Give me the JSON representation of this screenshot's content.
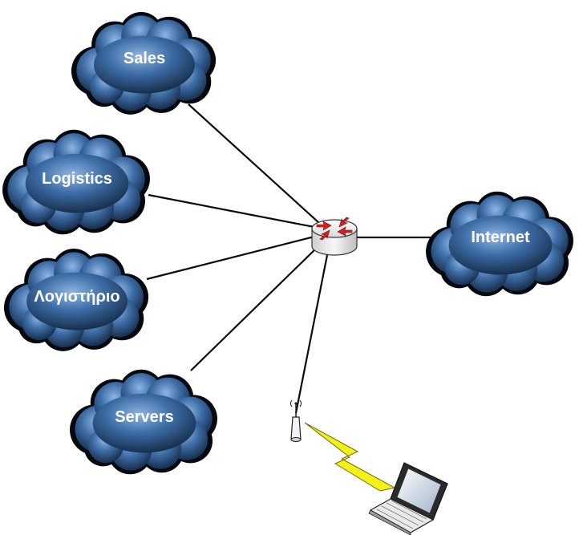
{
  "colors": {
    "cloud_fill": "#2f5a8c",
    "cloud_light": "#7ea6d8",
    "cloud_dark": "#142a47",
    "cloud_outline": "#05080d",
    "link": "#0a0a0a",
    "router_arrow": "#d32020",
    "wireless_bolt": "#f2f21a"
  },
  "icons": {
    "router": "router-icon",
    "access_point": "wireless-access-point-icon",
    "laptop": "laptop-icon",
    "bolt": "lightning-bolt-icon"
  },
  "clouds": [
    {
      "id": "sales",
      "label": "Sales"
    },
    {
      "id": "logistics",
      "label": "Logistics"
    },
    {
      "id": "logistirio",
      "label": "Λογιστήριο"
    },
    {
      "id": "servers",
      "label": "Servers"
    },
    {
      "id": "internet",
      "label": "Internet"
    }
  ]
}
